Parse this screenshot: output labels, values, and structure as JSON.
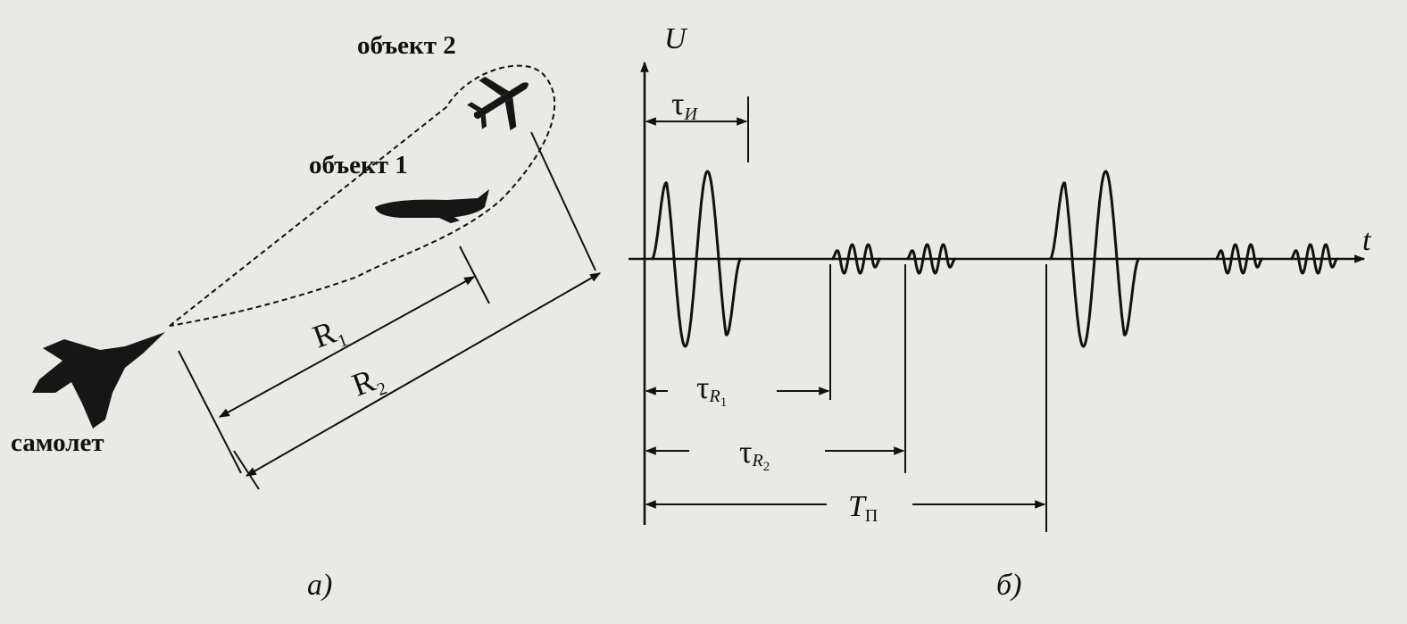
{
  "colors": {
    "ink": "#111111",
    "paper": "#e9e9e6"
  },
  "panel_a": {
    "object2_label": "объект 2",
    "object1_label": "объект 1",
    "aircraft_label": "самолет",
    "r1_main": "R",
    "r1_sub": "1",
    "r2_main": "R",
    "r2_sub": "2",
    "caption": "а)",
    "icons": [
      "fighter-jet-icon",
      "airliner-top-icon",
      "airliner-side-icon"
    ]
  },
  "panel_b": {
    "axis_u": "U",
    "axis_t": "t",
    "tau_i_main": "τ",
    "tau_i_sub": "И",
    "tau_r1_main": "τ",
    "tau_r1_sub": "R",
    "tau_r1_subsub": "1",
    "tau_r2_main": "τ",
    "tau_r2_sub": "R",
    "tau_r2_subsub": "2",
    "period_main": "T",
    "period_sub": "П",
    "caption": "б)"
  }
}
